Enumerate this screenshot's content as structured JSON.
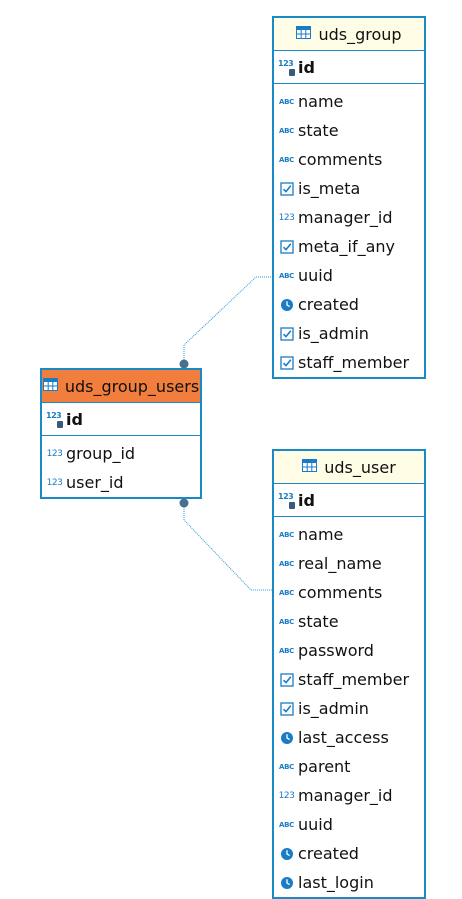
{
  "tables": [
    {
      "name": "uds_group",
      "highlighted": false,
      "pk": {
        "name": "id",
        "type": "123-key"
      },
      "columns": [
        {
          "name": "name",
          "type": "abc"
        },
        {
          "name": "state",
          "type": "abc"
        },
        {
          "name": "comments",
          "type": "abc"
        },
        {
          "name": "is_meta",
          "type": "bool"
        },
        {
          "name": "manager_id",
          "type": "123"
        },
        {
          "name": "meta_if_any",
          "type": "bool"
        },
        {
          "name": "uuid",
          "type": "abc"
        },
        {
          "name": "created",
          "type": "clock"
        },
        {
          "name": "is_admin",
          "type": "bool"
        },
        {
          "name": "staff_member",
          "type": "bool"
        }
      ]
    },
    {
      "name": "uds_group_users",
      "highlighted": true,
      "pk": {
        "name": "id",
        "type": "123-key"
      },
      "columns": [
        {
          "name": "group_id",
          "type": "123"
        },
        {
          "name": "user_id",
          "type": "123"
        }
      ]
    },
    {
      "name": "uds_user",
      "highlighted": false,
      "pk": {
        "name": "id",
        "type": "123-key"
      },
      "columns": [
        {
          "name": "name",
          "type": "abc"
        },
        {
          "name": "real_name",
          "type": "abc"
        },
        {
          "name": "comments",
          "type": "abc"
        },
        {
          "name": "state",
          "type": "abc"
        },
        {
          "name": "password",
          "type": "abc"
        },
        {
          "name": "staff_member",
          "type": "bool"
        },
        {
          "name": "is_admin",
          "type": "bool"
        },
        {
          "name": "last_access",
          "type": "clock"
        },
        {
          "name": "parent",
          "type": "abc"
        },
        {
          "name": "manager_id",
          "type": "123"
        },
        {
          "name": "uuid",
          "type": "abc"
        },
        {
          "name": "created",
          "type": "clock"
        },
        {
          "name": "last_login",
          "type": "clock"
        }
      ]
    }
  ],
  "relations": [
    {
      "from": "uds_group_users",
      "to": "uds_group"
    },
    {
      "from": "uds_group_users",
      "to": "uds_user"
    }
  ],
  "colors": {
    "border": "#1a8ac7",
    "header": "#fffde6",
    "header_selected": "#f27e3d",
    "icon": "#1a7cc4"
  }
}
